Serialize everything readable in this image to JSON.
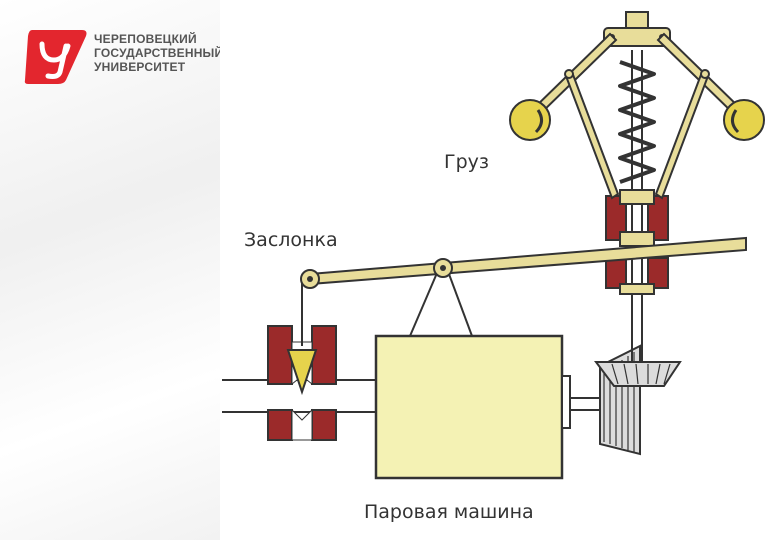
{
  "university": {
    "line1": "ЧЕРЕПОВЕЦКИЙ",
    "line2": "ГОСУДАРСТВЕННЫЙ",
    "line3": "УНИВЕРСИТЕТ",
    "logo_icon": "university-logo-icon",
    "logo_color": "#e3262e"
  },
  "diagram": {
    "label_weight": "Груз",
    "label_damper": "Заслонка",
    "label_engine": "Паровая машина",
    "colors": {
      "arm": "#e8dd9a",
      "ball": "#e6d34c",
      "engine": "#f4f2b4",
      "bearing": "#9b2a2a",
      "outline": "#333333"
    }
  }
}
